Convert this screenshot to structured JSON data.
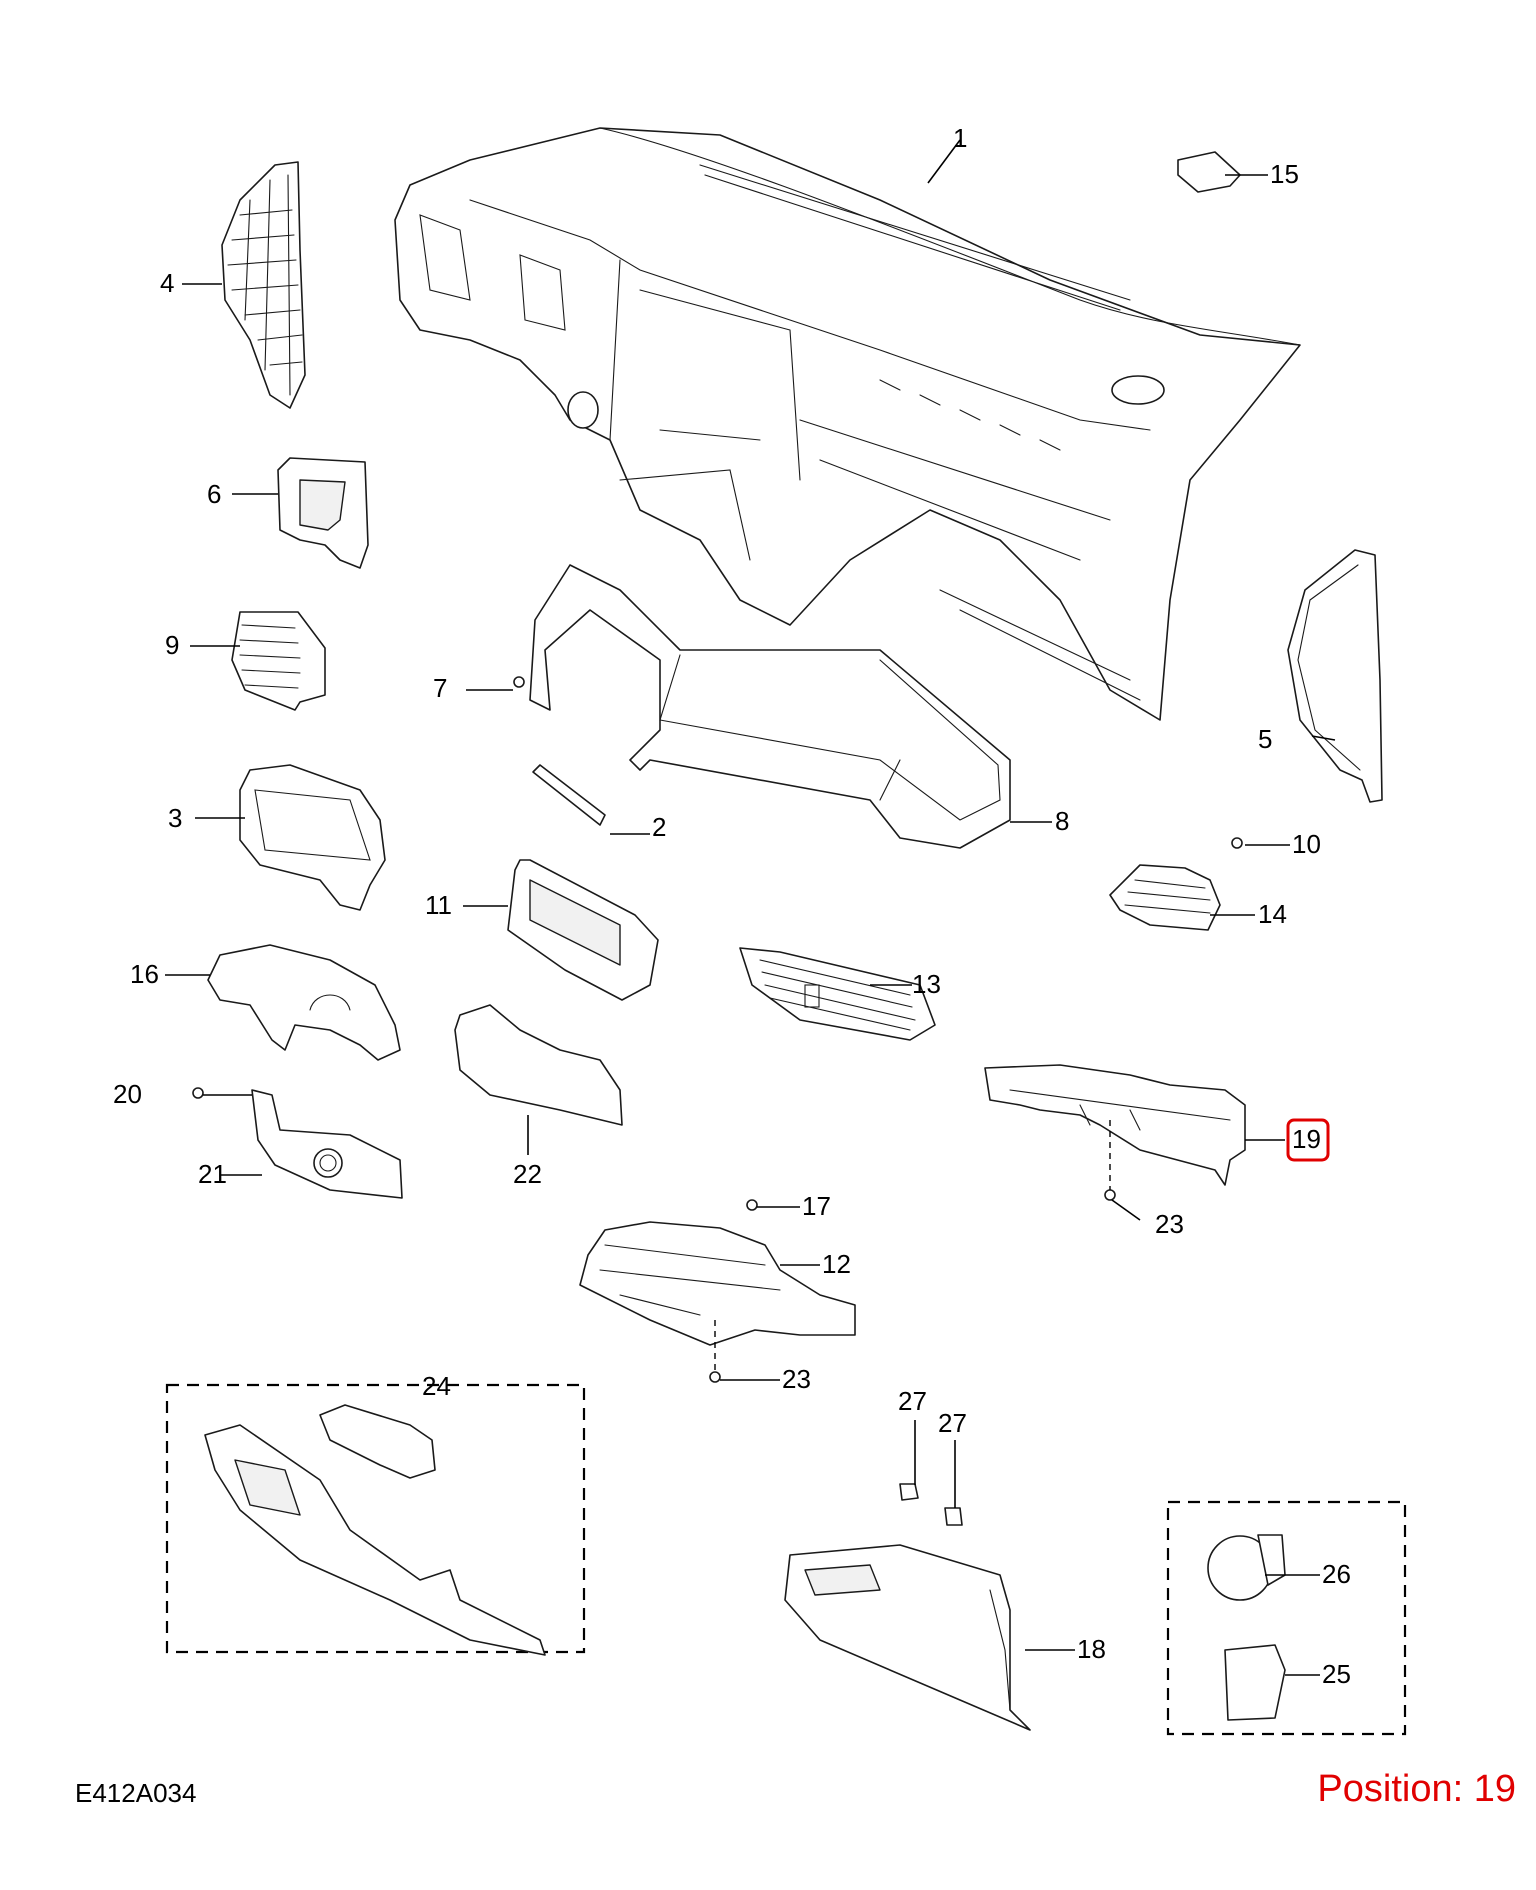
{
  "diagram": {
    "code": "E412A034",
    "position_text": "Position: 19",
    "highlight_color": "#e00000",
    "callouts": [
      {
        "id": "c1",
        "label": "1"
      },
      {
        "id": "c2",
        "label": "2"
      },
      {
        "id": "c3",
        "label": "3"
      },
      {
        "id": "c4",
        "label": "4"
      },
      {
        "id": "c5",
        "label": "5"
      },
      {
        "id": "c6",
        "label": "6"
      },
      {
        "id": "c7",
        "label": "7"
      },
      {
        "id": "c8",
        "label": "8"
      },
      {
        "id": "c9",
        "label": "9"
      },
      {
        "id": "c10",
        "label": "10"
      },
      {
        "id": "c11",
        "label": "11"
      },
      {
        "id": "c12",
        "label": "12"
      },
      {
        "id": "c13",
        "label": "13"
      },
      {
        "id": "c14",
        "label": "14"
      },
      {
        "id": "c15",
        "label": "15"
      },
      {
        "id": "c16",
        "label": "16"
      },
      {
        "id": "c17",
        "label": "17"
      },
      {
        "id": "c18",
        "label": "18"
      },
      {
        "id": "c19",
        "label": "19"
      },
      {
        "id": "c20",
        "label": "20"
      },
      {
        "id": "c21",
        "label": "21"
      },
      {
        "id": "c22",
        "label": "22"
      },
      {
        "id": "c23a",
        "label": "23"
      },
      {
        "id": "c23b",
        "label": "23"
      },
      {
        "id": "c24",
        "label": "24"
      },
      {
        "id": "c25",
        "label": "25"
      },
      {
        "id": "c26",
        "label": "26"
      },
      {
        "id": "c27a",
        "label": "27"
      },
      {
        "id": "c27b",
        "label": "27"
      }
    ]
  }
}
